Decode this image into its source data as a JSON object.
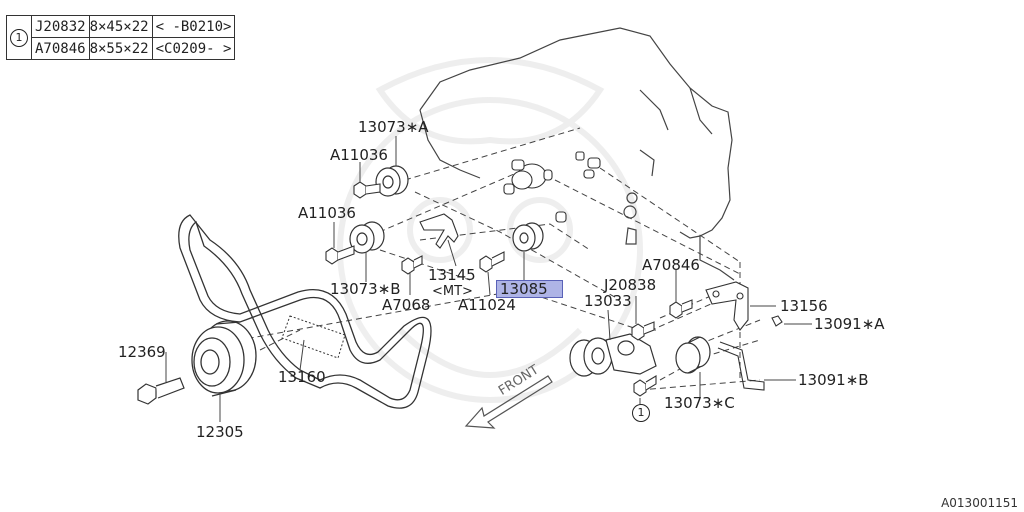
{
  "spec_table": {
    "ref_mark": "1",
    "rows": [
      {
        "part": "J20832",
        "size": "8×45×22",
        "range": "< -B0210>"
      },
      {
        "part": "A70846",
        "size": "8×55×22",
        "range": "<C0209- >"
      }
    ]
  },
  "callouts": {
    "c13073A": "13073∗A",
    "a11036_top": "A11036",
    "a11036_mid": "A11036",
    "c13073B": "13073∗B",
    "c13145": "13145",
    "mt": "<MT>",
    "a7068": "A7068",
    "a11024": "A11024",
    "c13085": "13085",
    "a70846": "A70846",
    "j20838": "J20838",
    "c13033": "13033",
    "c13156": "13156",
    "c13091A": "13091∗A",
    "c13091B": "13091∗B",
    "c13073C": "13073∗C",
    "c12369": "12369",
    "c12305": "12305",
    "c13160": "13160",
    "ref_mark_bottom": "1"
  },
  "front_label": "FRONT",
  "highlight_color": "#aeb4e6",
  "doc_id": "A013001151"
}
